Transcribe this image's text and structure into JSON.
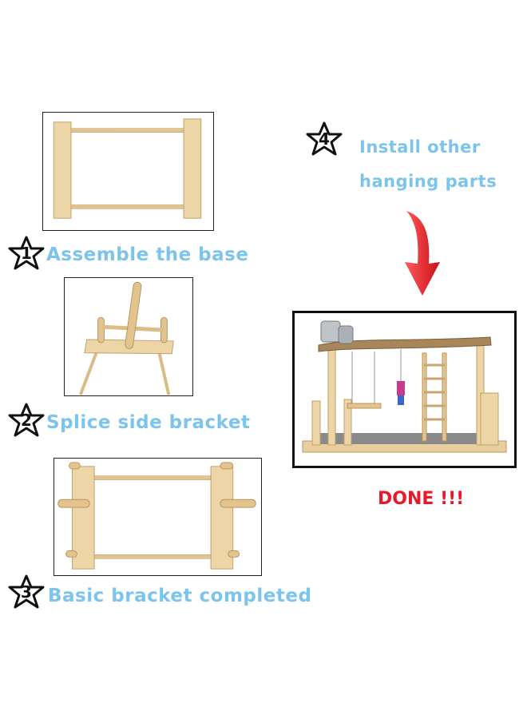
{
  "steps": [
    {
      "number": "1",
      "label": "Assemble the base"
    },
    {
      "number": "2",
      "label": "Splice side bracket"
    },
    {
      "number": "3",
      "label": "Basic bracket completed"
    },
    {
      "number": "4",
      "label_line1": "Install other",
      "label_line2": "hanging parts"
    }
  ],
  "result": {
    "label": "DONE !!!"
  },
  "colors": {
    "step_text": "#7cc4ea",
    "done_text": "#e8192c",
    "arrow": "#e01b24",
    "wood": "#e8cf9e"
  }
}
